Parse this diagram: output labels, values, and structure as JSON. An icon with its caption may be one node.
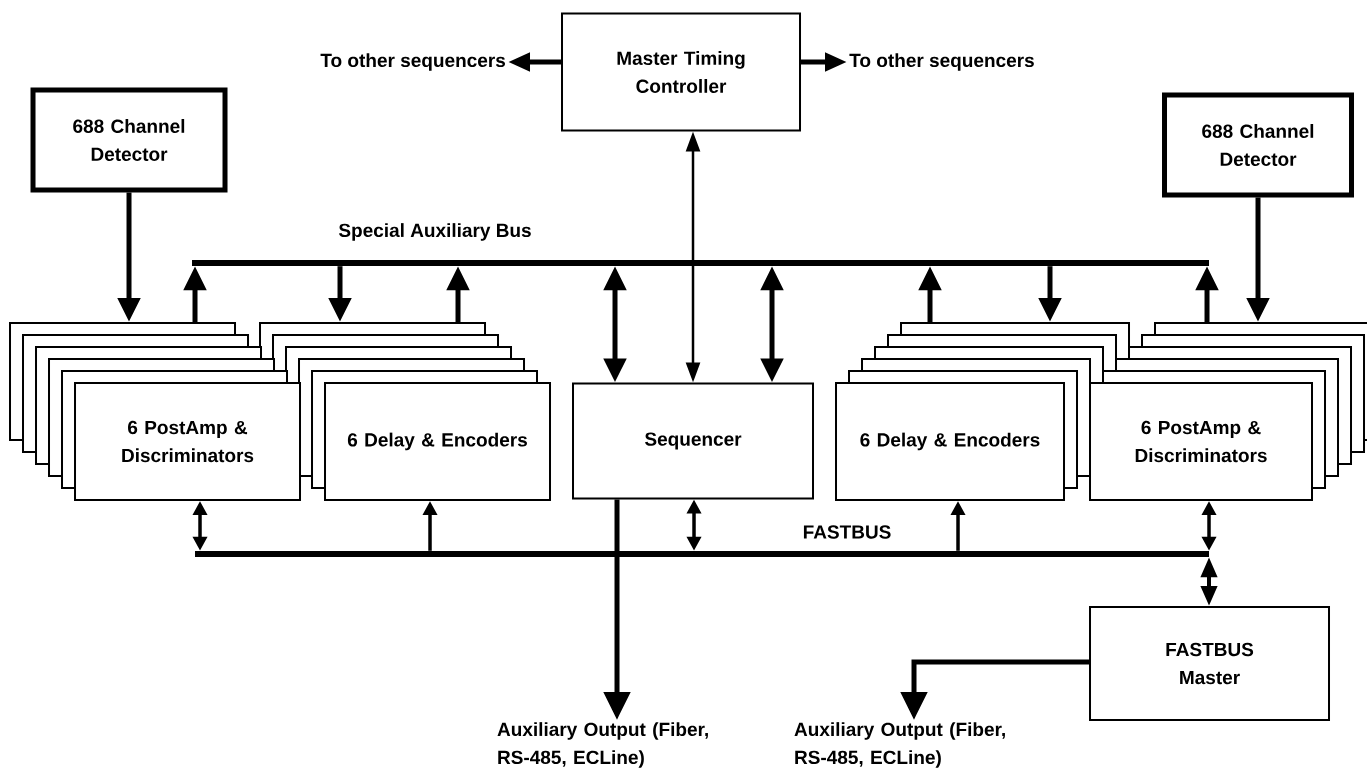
{
  "diagram": {
    "nodes": [
      {
        "text": [
          "To other sequencers"
        ]
      },
      {
        "text": [
          "Master Timing Controller"
        ]
      },
      {
        "text": [
          "To other sequencers"
        ]
      },
      {
        "text": [
          "688 Channel Detector"
        ]
      },
      {
        "text": [
          "688 Channel Detector"
        ]
      },
      {
        "text": [
          "Special Auxiliary Bus"
        ]
      },
      {
        "text": [
          "6 PostAmp & Discriminators"
        ]
      },
      {
        "text": [
          "6 Delay & Encoders"
        ]
      },
      {
        "text": [
          "Sequencer"
        ]
      },
      {
        "text": [
          "6 Delay & Encoders"
        ]
      },
      {
        "text": [
          "6 PostAmp & Discriminators"
        ]
      },
      {
        "text": [
          "FASTBUS"
        ]
      },
      {
        "text": [
          "FASTBUS Master"
        ]
      },
      {
        "text": [
          "Auxiliary Output (Fiber, RS-485, ECLine)"
        ]
      },
      {
        "text": [
          "Auxiliary Output (Fiber, RS-485, ECLine)"
        ]
      }
    ],
    "edges": [
      {
        "from": 1,
        "to": 0,
        "arrow": "to"
      },
      {
        "from": 1,
        "to": 2,
        "arrow": "to"
      },
      {
        "from": 3,
        "to": 6,
        "arrow": "to"
      },
      {
        "from": 4,
        "to": 10,
        "arrow": "to"
      },
      {
        "from": 1,
        "to": 8,
        "arrow": "both"
      },
      {
        "from": 6,
        "to": 5,
        "arrow": "to"
      },
      {
        "from": 5,
        "to": 7,
        "arrow": "to"
      },
      {
        "from": 7,
        "to": 5,
        "arrow": "to"
      },
      {
        "from": 5,
        "to": 8,
        "arrow": "both"
      },
      {
        "from": 5,
        "to": 8,
        "arrow": "both"
      },
      {
        "from": 9,
        "to": 5,
        "arrow": "to"
      },
      {
        "from": 5,
        "to": 9,
        "arrow": "to"
      },
      {
        "from": 10,
        "to": 5,
        "arrow": "to"
      },
      {
        "from": 6,
        "to": 11,
        "arrow": "both"
      },
      {
        "from": 11,
        "to": 7,
        "arrow": "to"
      },
      {
        "from": 8,
        "to": 11,
        "arrow": "both"
      },
      {
        "from": 11,
        "to": 9,
        "arrow": "to"
      },
      {
        "from": 10,
        "to": 11,
        "arrow": "both"
      },
      {
        "from": 11,
        "to": 12,
        "arrow": "both"
      },
      {
        "from": 8,
        "to": 13,
        "arrow": "to"
      },
      {
        "from": 12,
        "to": 14,
        "arrow": "to"
      }
    ]
  }
}
